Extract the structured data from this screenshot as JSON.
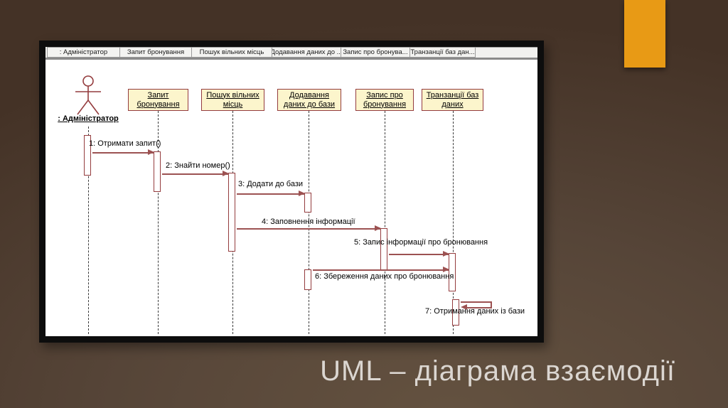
{
  "colors": {
    "accent": "#E89A15",
    "box_fill": "#FCF5CC",
    "box_border": "#943C3E",
    "line": "#9C5252",
    "title_color": "#DBD6D1"
  },
  "slide": {
    "title": "UML – діаграма взаємодії"
  },
  "toolbar_tabs": [
    {
      "label": ": Адміністратор"
    },
    {
      "label": "Запит бронування"
    },
    {
      "label": "Пошук вільних місць"
    },
    {
      "label": "Додавання даних до ..."
    },
    {
      "label": "Запис про бронува..."
    },
    {
      "label": "Транзанції баз дан..."
    }
  ],
  "diagram": {
    "actor": {
      "label": ": Адміністратор"
    },
    "lifelines": [
      {
        "line1": "Запит",
        "line2": "бронування"
      },
      {
        "line1": "Пошук вільних",
        "line2": "місць"
      },
      {
        "line1": "Додавання",
        "line2": "даних до бази"
      },
      {
        "line1": "Запис про",
        "line2": "бронування"
      },
      {
        "line1": "Транзанції баз",
        "line2": "даних"
      }
    ],
    "messages": [
      {
        "label": "1: Отримати запит()"
      },
      {
        "label": "2: Знайти номер()"
      },
      {
        "label": "3: Додати до бази"
      },
      {
        "label": "4: Заповнення інформації"
      },
      {
        "label": "5: Запис інформації про бронювання"
      },
      {
        "label": "6: Збереження даних про бронювання"
      },
      {
        "label": "7: Отримання даних із бази"
      }
    ]
  }
}
